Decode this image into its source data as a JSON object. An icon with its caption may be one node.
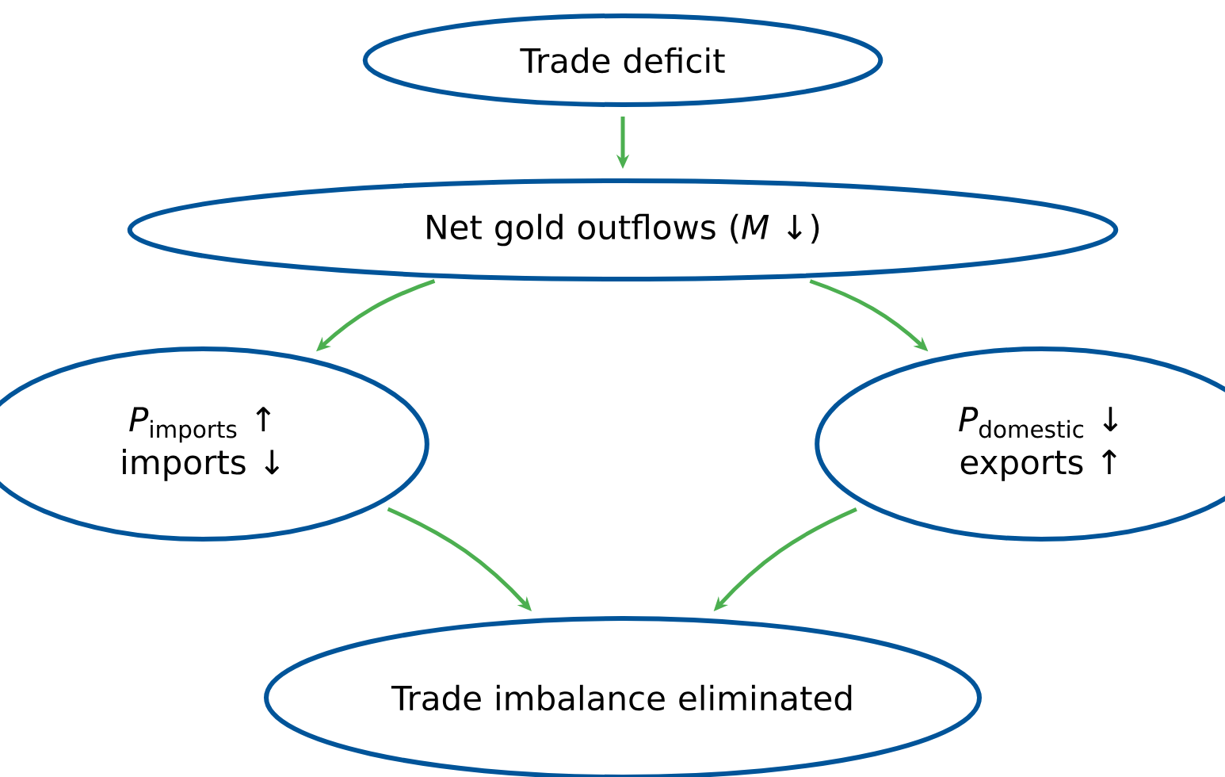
{
  "diagram": {
    "nodes": [
      {
        "text": [
          "Trade deficit"
        ]
      },
      {
        "text": [
          "Net gold outflows (*M* ↓)"
        ]
      },
      {
        "text": [
          "*P*$_{imports}$ ↑",
          "imports ↓"
        ]
      },
      {
        "text": [
          "*P*$_{domestic}$ ↓",
          "exports ↑"
        ]
      },
      {
        "text": [
          "Trade imbalance eliminated"
        ]
      }
    ],
    "edges": [
      {
        "from": 0,
        "to": 1,
        "arrow": "to"
      },
      {
        "from": 1,
        "to": 2,
        "arrow": "to"
      },
      {
        "from": 1,
        "to": 3,
        "arrow": "to"
      },
      {
        "from": 2,
        "to": 4,
        "arrow": "to"
      },
      {
        "from": 3,
        "to": 4,
        "arrow": "to"
      }
    ]
  }
}
